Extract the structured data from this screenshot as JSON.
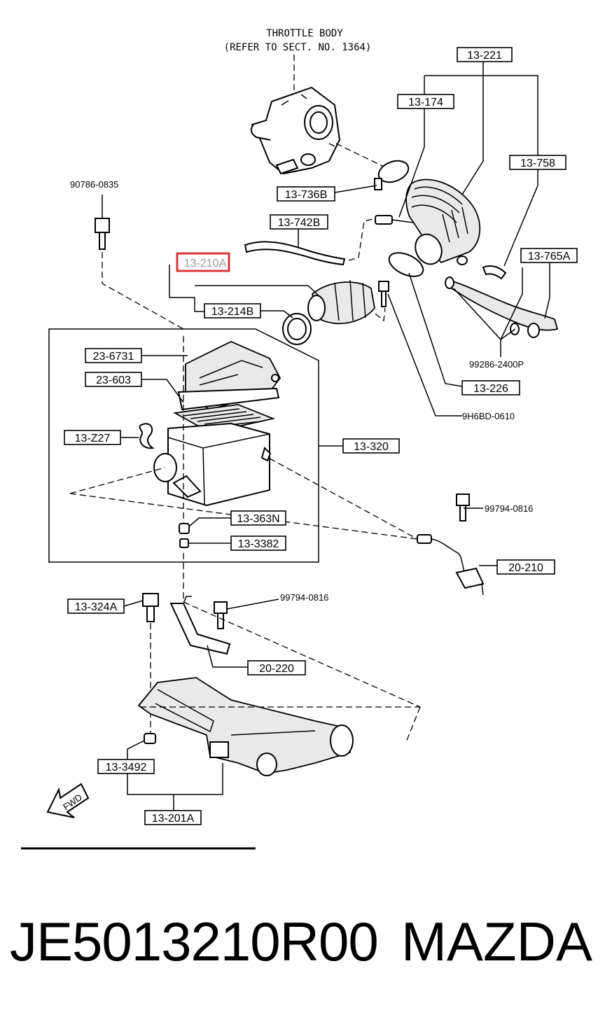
{
  "header": {
    "title_line1": "THROTTLE BODY",
    "title_line2": "(REFER TO SECT. NO. 1364)"
  },
  "callouts": {
    "c13_221": "13-221",
    "c13_174": "13-174",
    "c13_758": "13-758",
    "c13_736b": "13-736B",
    "c13_742b": "13-742B",
    "c13_765a": "13-765A",
    "c13_210a": "13-210A",
    "c13_214b": "13-214B",
    "c23_6731": "23-6731",
    "c23_603": "23-603",
    "c13_z27": "13-Z27",
    "c13_320": "13-320",
    "c13_226": "13-226",
    "c13_363n": "13-363N",
    "c13_3382": "13-3382",
    "c20_210": "20-210",
    "c13_324a": "13-324A",
    "c20_220": "20-220",
    "c13_3492": "13-3492",
    "c13_201a": "13-201A"
  },
  "small_labels": {
    "s90786_0835": "90786-0835",
    "s99286_2400p": "99286-2400P",
    "s9h6bd_0610": "9H6BD-0610",
    "s99794_0816_a": "99794-0816",
    "s99794_0816_b": "99794-0816"
  },
  "direction": {
    "fwd": "FWD"
  },
  "footer": {
    "part_number": "JE5013210R00",
    "brand": "MAZDA"
  },
  "colors": {
    "highlight": "#d9343a",
    "line": "#000000",
    "background": "#ffffff"
  }
}
